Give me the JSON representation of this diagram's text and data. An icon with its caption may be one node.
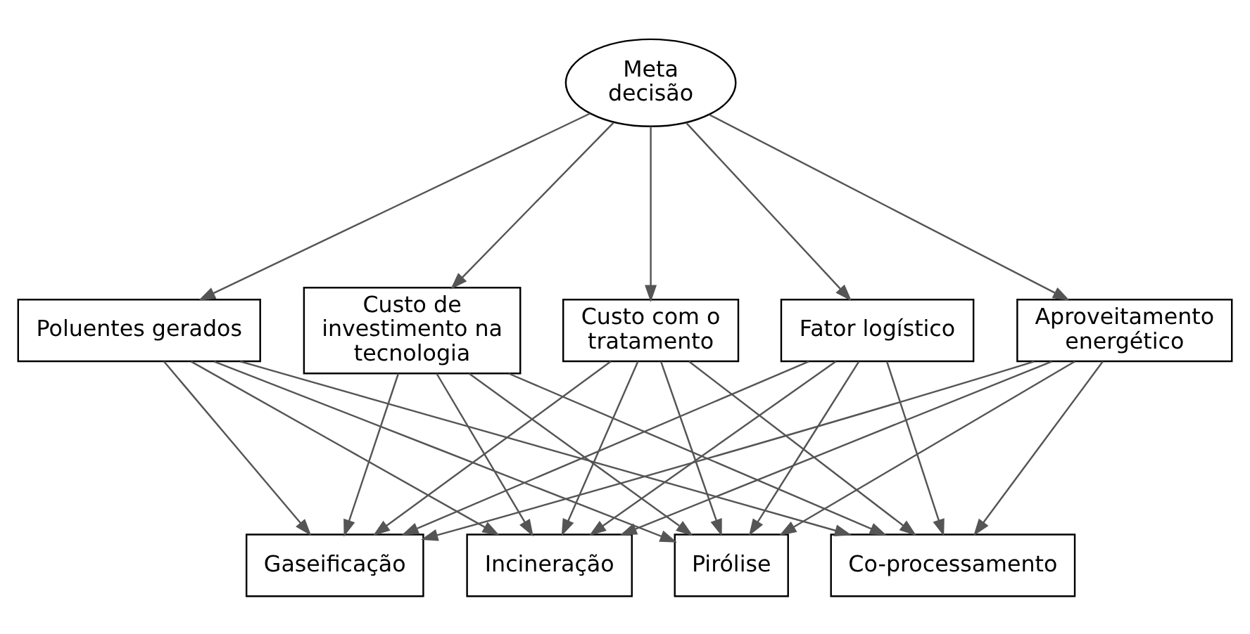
{
  "diagram": {
    "nodes": [
      {
        "text": [
          "Meta decisão"
        ]
      },
      {
        "text": [
          "Poluentes gerados"
        ]
      },
      {
        "text": [
          "Custo de investimento na tecnologia"
        ]
      },
      {
        "text": [
          "Custo com o tratamento"
        ]
      },
      {
        "text": [
          "Fator logístico"
        ]
      },
      {
        "text": [
          "Aproveitamento energético"
        ]
      },
      {
        "text": [
          "Gaseificação"
        ]
      },
      {
        "text": [
          "Incineração"
        ]
      },
      {
        "text": [
          "Pirólise"
        ]
      },
      {
        "text": [
          "Co-processamento"
        ]
      }
    ],
    "edges": [
      {
        "from": 0,
        "to": 1,
        "arrow": "to"
      },
      {
        "from": 0,
        "to": 2,
        "arrow": "to"
      },
      {
        "from": 0,
        "to": 3,
        "arrow": "to"
      },
      {
        "from": 0,
        "to": 4,
        "arrow": "to"
      },
      {
        "from": 0,
        "to": 5,
        "arrow": "to"
      },
      {
        "from": 1,
        "to": 6,
        "arrow": "to"
      },
      {
        "from": 1,
        "to": 7,
        "arrow": "to"
      },
      {
        "from": 1,
        "to": 8,
        "arrow": "to"
      },
      {
        "from": 1,
        "to": 9,
        "arrow": "to"
      },
      {
        "from": 2,
        "to": 6,
        "arrow": "to"
      },
      {
        "from": 2,
        "to": 7,
        "arrow": "to"
      },
      {
        "from": 2,
        "to": 8,
        "arrow": "to"
      },
      {
        "from": 2,
        "to": 9,
        "arrow": "to"
      },
      {
        "from": 3,
        "to": 6,
        "arrow": "to"
      },
      {
        "from": 3,
        "to": 7,
        "arrow": "to"
      },
      {
        "from": 3,
        "to": 8,
        "arrow": "to"
      },
      {
        "from": 3,
        "to": 9,
        "arrow": "to"
      },
      {
        "from": 4,
        "to": 6,
        "arrow": "to"
      },
      {
        "from": 4,
        "to": 7,
        "arrow": "to"
      },
      {
        "from": 4,
        "to": 8,
        "arrow": "to"
      },
      {
        "from": 4,
        "to": 9,
        "arrow": "to"
      },
      {
        "from": 5,
        "to": 6,
        "arrow": "to"
      },
      {
        "from": 5,
        "to": 7,
        "arrow": "to"
      },
      {
        "from": 5,
        "to": 8,
        "arrow": "to"
      },
      {
        "from": 5,
        "to": 9,
        "arrow": "to"
      }
    ]
  }
}
